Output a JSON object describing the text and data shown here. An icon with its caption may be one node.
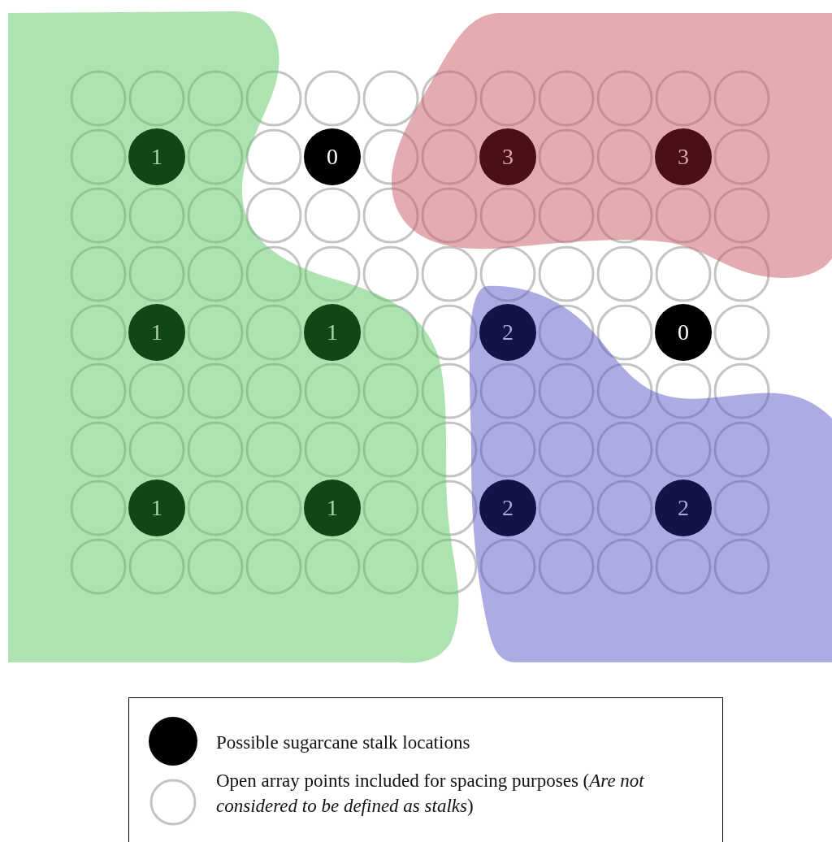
{
  "diagram": {
    "nodes": [
      {
        "text": [],
        "shape": "blob"
      },
      {
        "text": [
          "1"
        ],
        "in": 0
      },
      {
        "text": [
          "0"
        ]
      },
      {
        "text": [],
        "shape": "blob"
      },
      {
        "text": [
          "3"
        ],
        "in": 3
      },
      {
        "text": [
          "3"
        ],
        "in": 3
      },
      {
        "text": [
          "1"
        ],
        "in": 0
      },
      {
        "text": [
          "1"
        ],
        "in": 0
      },
      {
        "text": [],
        "shape": "blob"
      },
      {
        "text": [
          "2"
        ],
        "in": 8
      },
      {
        "text": [
          "0"
        ]
      },
      {
        "text": [
          "1"
        ],
        "in": 0
      },
      {
        "text": [
          "1"
        ],
        "in": 0
      },
      {
        "text": [
          "2"
        ],
        "in": 8
      },
      {
        "text": [
          "2"
        ],
        "in": 8
      }
    ],
    "edges": [],
    "legend": [
      {
        "text": "Possible sugarcane stalk locations"
      },
      {
        "text": "Open array points included for spacing purposes (*Are not considered to be defined as stalks*)"
      }
    ]
  }
}
